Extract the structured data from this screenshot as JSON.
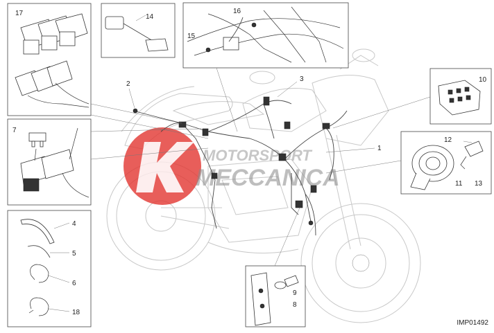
{
  "diagram": {
    "drawing_code": "IMP01492",
    "callouts": [
      "1",
      "2",
      "3",
      "4",
      "5",
      "6",
      "7",
      "8",
      "9",
      "10",
      "11",
      "12",
      "13",
      "14",
      "15",
      "16",
      "17",
      "18"
    ]
  },
  "watermark": {
    "line1": "MOTORSPORT",
    "line2": "MECCANICA"
  },
  "colors": {
    "watermark_red": "#e33b36",
    "line": "#333333",
    "ghost": "#c8c8c8"
  }
}
